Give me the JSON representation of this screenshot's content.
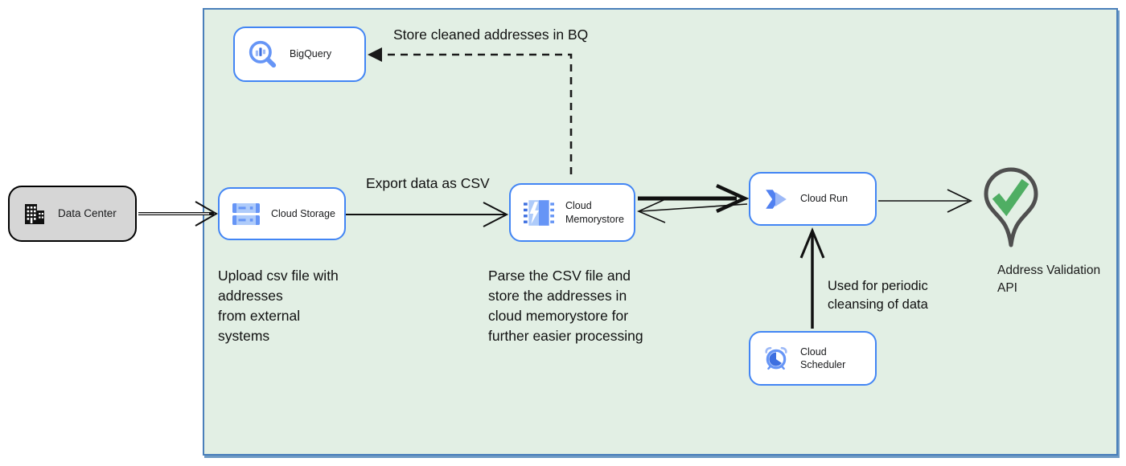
{
  "nodes": {
    "data_center": {
      "label": "Data Center",
      "icon": "building-icon"
    },
    "bigquery": {
      "label": "BigQuery",
      "icon": "bigquery-icon"
    },
    "cloud_storage": {
      "label": "Cloud Storage",
      "icon": "cloud-storage-icon"
    },
    "cloud_memorystore": {
      "label": "Cloud Memorystore",
      "icon": "cloud-memorystore-icon"
    },
    "cloud_run": {
      "label": "Cloud Run",
      "icon": "cloud-run-icon"
    },
    "cloud_scheduler": {
      "label": "Cloud Scheduler",
      "icon": "cloud-scheduler-icon"
    },
    "address_validation_api": {
      "label": "Address Validation\nAPI",
      "icon": "location-pin-check-icon"
    }
  },
  "annotations": {
    "store_bq": "Store cleaned addresses in BQ",
    "export_csv": "Export data as CSV",
    "upload_csv": "Upload csv file with\naddresses\nfrom external\nsystems",
    "parse_csv": "Parse the CSV file and\nstore the addresses in\ncloud  memorystore for\nfurther easier processing",
    "periodic_cleansing": "Used for periodic\ncleansing of data"
  },
  "edges": [
    {
      "from": "data_center",
      "to": "cloud_storage",
      "style": "double-line-open-arrow",
      "label": ""
    },
    {
      "from": "cloud_storage",
      "to": "cloud_memorystore",
      "style": "solid-open-arrow",
      "label": "Export data as CSV"
    },
    {
      "from": "cloud_memorystore",
      "to": "bigquery",
      "style": "dashed-solid-arrowhead",
      "label": "Store cleaned addresses in BQ"
    },
    {
      "from": "cloud_memorystore",
      "to": "cloud_run",
      "style": "thick-open-arrow",
      "label": ""
    },
    {
      "from": "cloud_run",
      "to": "cloud_memorystore",
      "style": "thin-open-arrow",
      "label": ""
    },
    {
      "from": "cloud_scheduler",
      "to": "cloud_run",
      "style": "thick-open-arrow",
      "label": "Used for periodic cleansing of data"
    },
    {
      "from": "cloud_run",
      "to": "address_validation_api",
      "style": "thin-open-arrow",
      "label": ""
    }
  ],
  "colors": {
    "zone_fill": "#e2efe4",
    "zone_border": "#4a7fba",
    "node_border": "#4285f4",
    "node_fill": "#ffffff",
    "datacenter_fill": "#d6d6d6",
    "icon_blue": "#6695f6",
    "icon_blue_light": "#aecbfa",
    "icon_blue_dark": "#3d6fe0",
    "pin_gray": "#4f4f4f",
    "check_green": "#4fae63",
    "arrow_black": "#111111",
    "text": "#101010"
  }
}
